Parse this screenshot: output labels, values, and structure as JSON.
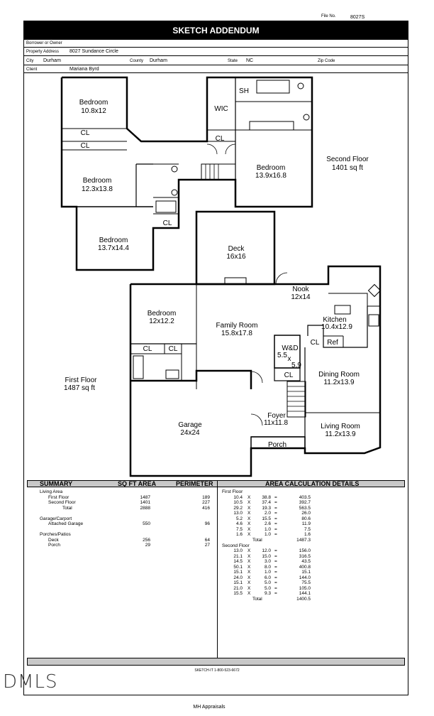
{
  "header": {
    "file_no_label": "File No.",
    "file_no": "8027S",
    "title": "SKETCH ADDENDUM"
  },
  "fields": {
    "borrower_label": "Borrower or Owner",
    "borrower": "",
    "property_label": "Property Address",
    "property": "8027 Sundance Circle",
    "city_label": "City",
    "city": "Durham",
    "county_label": "County",
    "county": "Durham",
    "state_label": "State",
    "state": "NC",
    "zip_label": "Zip Code",
    "zip": "",
    "client_label": "Client",
    "client": "Mariana Byrd"
  },
  "plan": {
    "second_floor": {
      "label": "Second Floor",
      "area": "1401 sq ft"
    },
    "first_floor": {
      "label": "First Floor",
      "area": "1487 sq ft"
    },
    "rooms": {
      "bed1": {
        "name": "Bedroom",
        "size": "10.8x12"
      },
      "bed2": {
        "name": "Bedroom",
        "size": "12.3x13.8"
      },
      "bed3": {
        "name": "Bedroom",
        "size": "13.7x14.4"
      },
      "bed4": {
        "name": "Bedroom",
        "size": "13.9x16.8"
      },
      "bed5": {
        "name": "Bedroom",
        "size": "12x12.2"
      },
      "deck": {
        "name": "Deck",
        "size": "16x16"
      },
      "nook": {
        "name": "Nook",
        "size": "12x14"
      },
      "kitchen": {
        "name": "Kitchen",
        "size": "10.4x12.9"
      },
      "family": {
        "name": "Family Room",
        "size": "15.8x17.8"
      },
      "dining": {
        "name": "Dining Room",
        "size": "11.2x13.9"
      },
      "living": {
        "name": "Living Room",
        "size": "11.2x13.9"
      },
      "foyer": {
        "name": "Foyer",
        "size": "11x11.8"
      },
      "garage": {
        "name": "Garage",
        "size": "24x24"
      },
      "wd": {
        "name": "W&D",
        "size1": "5.5",
        "x": "x",
        "size2": "5.9"
      }
    },
    "labels": {
      "cl": "CL",
      "wic": "WIC",
      "sh": "SH",
      "ref": "Ref",
      "porch": "Porch"
    }
  },
  "summary": {
    "headers": {
      "summary": "SUMMARY",
      "sqft": "SQ FT AREA",
      "perimeter": "PERIMETER",
      "details": "AREA CALCULATION DETAILS"
    },
    "rows": [
      {
        "label": "Living Area",
        "indent": 0,
        "area": "",
        "perim": ""
      },
      {
        "label": "First Floor",
        "indent": 1,
        "area": "1487",
        "perim": "189"
      },
      {
        "label": "Second Floor",
        "indent": 1,
        "area": "1401",
        "perim": "227"
      },
      {
        "label": "Total",
        "indent": 2,
        "area": "2888",
        "perim": "416"
      },
      {
        "label": "",
        "indent": 0,
        "area": "",
        "perim": ""
      },
      {
        "label": "Garage/Carport",
        "indent": 0,
        "area": "",
        "perim": ""
      },
      {
        "label": "Attached Garage",
        "indent": 1,
        "area": "550",
        "perim": "96"
      },
      {
        "label": "",
        "indent": 0,
        "area": "",
        "perim": ""
      },
      {
        "label": "Porches/Patios",
        "indent": 0,
        "area": "",
        "perim": ""
      },
      {
        "label": "Deck",
        "indent": 1,
        "area": "256",
        "perim": "64"
      },
      {
        "label": "Porch",
        "indent": 1,
        "area": "29",
        "perim": "27"
      }
    ],
    "first_floor_label": "First Floor",
    "first_floor_calc": [
      [
        "10.4",
        "38.8",
        "403.5"
      ],
      [
        "10.5",
        "37.4",
        "392.7"
      ],
      [
        "29.2",
        "19.3",
        "563.5"
      ],
      [
        "13.0",
        "2.0",
        "26.0"
      ],
      [
        "5.2",
        "15.5",
        "80.6"
      ],
      [
        "4.6",
        "2.6",
        "11.9"
      ],
      [
        "7.5",
        "1.0",
        "7.5"
      ],
      [
        "1.6",
        "1.0",
        "1.6"
      ]
    ],
    "first_floor_total": "1487.3",
    "second_floor_label": "Second Floor",
    "second_floor_calc": [
      [
        "13.0",
        "12.0",
        "156.0"
      ],
      [
        "21.1",
        "15.0",
        "316.5"
      ],
      [
        "14.5",
        "3.0",
        "43.5"
      ],
      [
        "50.1",
        "8.0",
        "400.8"
      ],
      [
        "15.1",
        "1.0",
        "15.1"
      ],
      [
        "24.0",
        "6.0",
        "144.0"
      ],
      [
        "15.1",
        "5.0",
        "75.5"
      ],
      [
        "21.0",
        "5.0",
        "105.0"
      ],
      [
        "15.5",
        "9.3",
        "144.1"
      ]
    ],
    "second_floor_total": "1400.5",
    "x": "X",
    "eq": "=",
    "total_label": "Total"
  },
  "footer": {
    "sketch_phone": "SKETCH-IT 1-800-523-6672",
    "company": "MH Appraisals",
    "watermark": "DMLS"
  }
}
